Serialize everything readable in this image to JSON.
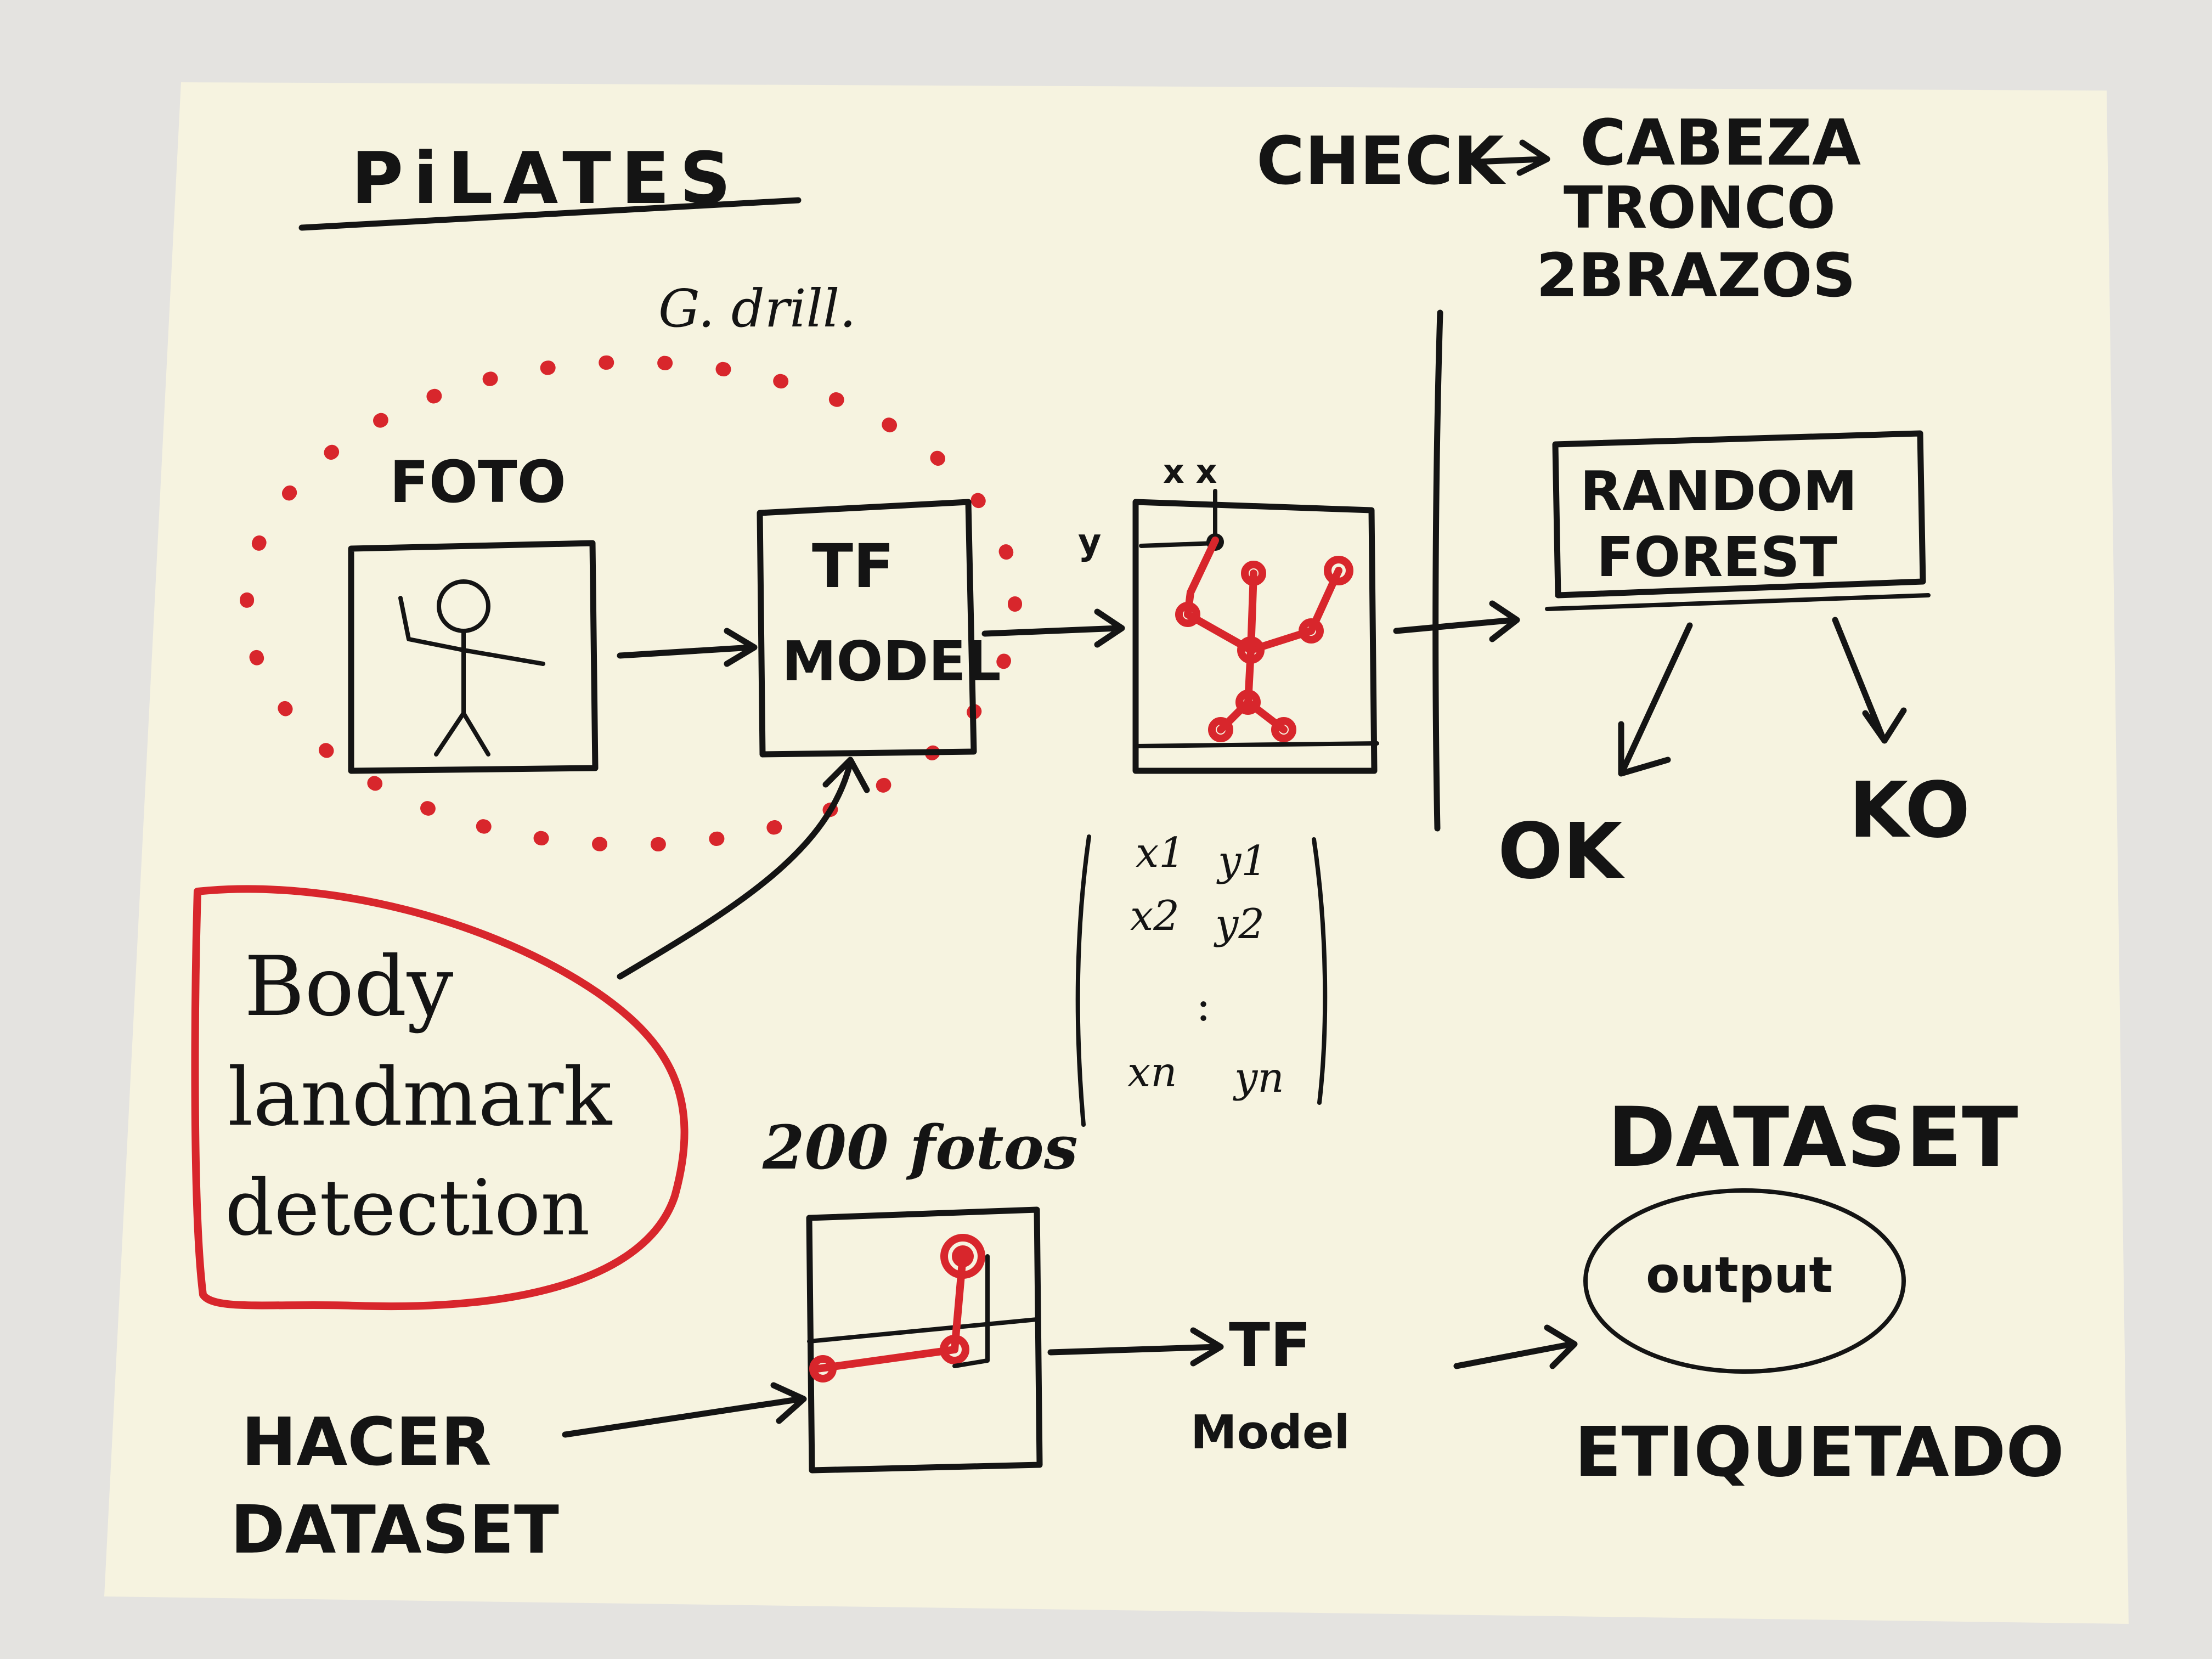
{
  "colors": {
    "paper": "#f6f3e0",
    "ink": "#141414",
    "red_marker": "#d8262c",
    "background": "#e4e3e0"
  },
  "title": "PiLATES",
  "note_small": "G. drill.",
  "check": {
    "label": "CHECK",
    "items": [
      "CABEZA",
      "TRONCO",
      "2BRAZOS"
    ]
  },
  "pipeline": {
    "foto_label": "FOTO",
    "tf_model": [
      "TF",
      "MODEL"
    ],
    "axis_x": "x x",
    "axis_y": "y",
    "random_forest": [
      "RANDOM",
      "FOREST"
    ],
    "ok": "OK",
    "ko": "KO"
  },
  "matrix": {
    "rows": [
      [
        "x1",
        "y1"
      ],
      [
        "x2",
        "y2"
      ],
      [
        ":",
        ""
      ],
      [
        "xn",
        "yn"
      ]
    ]
  },
  "bubble": [
    "Body",
    "landmark",
    "detection"
  ],
  "dataset_section": {
    "fotos_label": "200 fotos",
    "hacer": [
      "HACER",
      "DATASET"
    ],
    "tf_model": [
      "TF",
      "Model"
    ],
    "dataset_label": "DATASET",
    "output_label": "output",
    "etiquetado": "ETIQUETADO"
  }
}
